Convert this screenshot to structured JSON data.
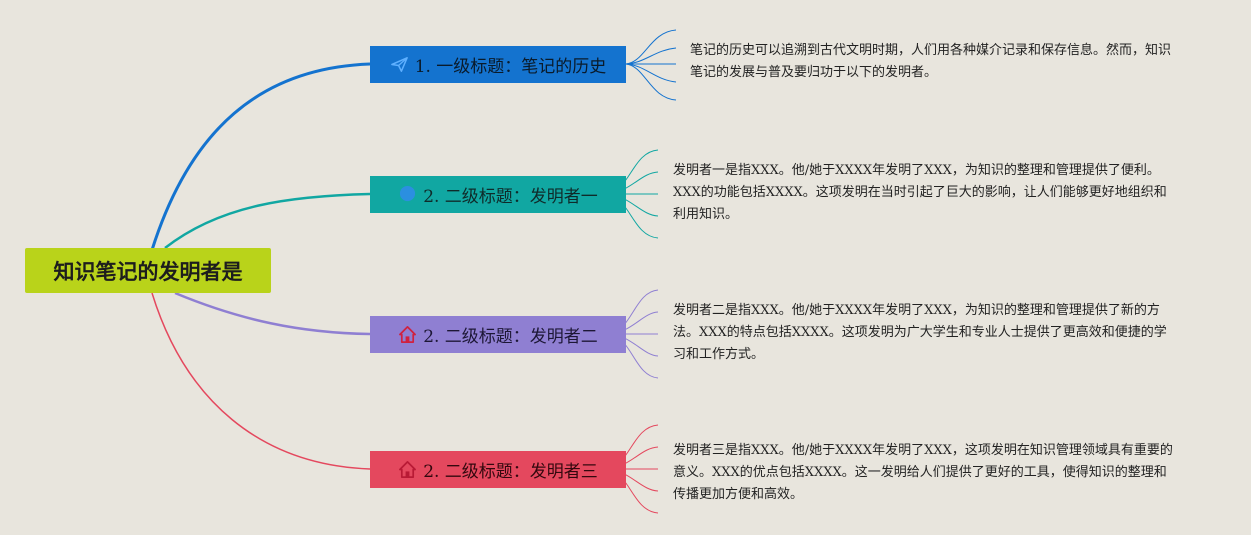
{
  "root": {
    "title": "知识笔记的发明者是",
    "color": "#b9d31a"
  },
  "branches": [
    {
      "label": "1. 一级标题：笔记的历史",
      "icon": "paper-plane-icon",
      "color": "#1473cf",
      "note": "笔记的历史可以追溯到古代文明时期，人们用各种媒介记录和保存信息。然而，知识笔记的发展与普及要归功于以下的发明者。"
    },
    {
      "label": "2. 二级标题：发明者一",
      "icon": "circle-icon",
      "color": "#11a7a2",
      "note": "发明者一是指XXX。他/她于XXXX年发明了XXX，为知识的整理和管理提供了便利。XXX的功能包括XXXX。这项发明在当时引起了巨大的影响，让人们能够更好地组织和利用知识。"
    },
    {
      "label": "2. 二级标题：发明者二",
      "icon": "house-icon",
      "color": "#8f7fd2",
      "note": "发明者二是指XXX。他/她于XXXX年发明了XXX，为知识的整理和管理提供了新的方法。XXX的特点包括XXXX。这项发明为广大学生和专业人士提供了更高效和便捷的学习和工作方式。"
    },
    {
      "label": "2. 二级标题：发明者三",
      "icon": "house-icon",
      "color": "#e4485e",
      "note": "发明者三是指XXX。他/她于XXXX年发明了XXX，这项发明在知识管理领域具有重要的意义。XXX的优点包括XXXX。这一发明给人们提供了更好的工具，使得知识的整理和传播更加方便和高效。"
    }
  ]
}
